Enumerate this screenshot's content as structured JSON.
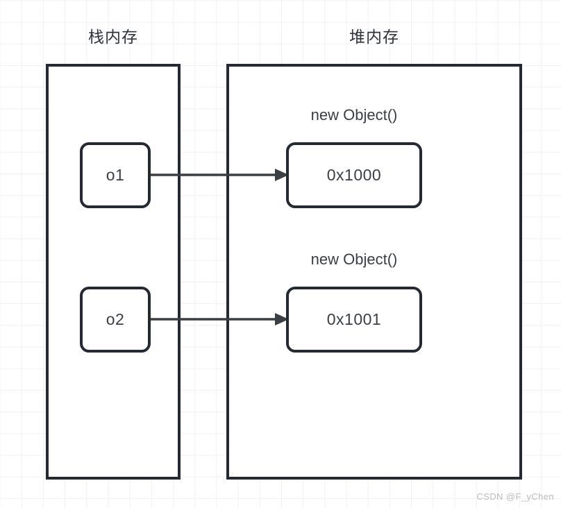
{
  "diagram": {
    "regions": [
      {
        "key": "stack",
        "title": "栈内存"
      },
      {
        "key": "heap",
        "title": "堆内存"
      }
    ],
    "stack_variables": [
      {
        "label": "o1"
      },
      {
        "label": "o2"
      }
    ],
    "heap_objects": [
      {
        "caption": "new Object()",
        "address": "0x1000"
      },
      {
        "caption": "new Object()",
        "address": "0x1001"
      }
    ],
    "connections": [
      {
        "from": "o1",
        "to": "0x1000"
      },
      {
        "from": "o2",
        "to": "0x1001"
      }
    ],
    "colors": {
      "stroke": "#242a33",
      "text": "#3a3f45",
      "grid": "#f0f0f0",
      "background": "#ffffff",
      "watermark": "#b9bcbf"
    }
  },
  "watermark": {
    "text": "CSDN @F_yChen"
  }
}
